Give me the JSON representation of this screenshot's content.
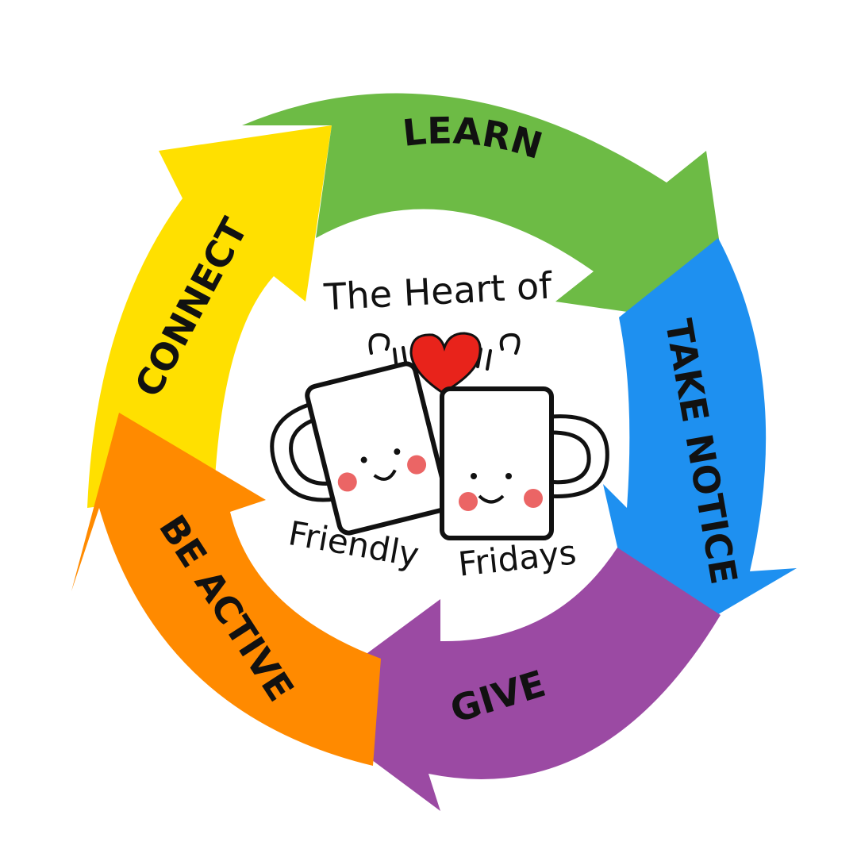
{
  "cycle": {
    "segments": [
      {
        "label": "LEARN",
        "color": "#6DBB45"
      },
      {
        "label": "TAKE NOTICE",
        "color": "#1E90F0"
      },
      {
        "label": "GIVE",
        "color": "#9B4AA3"
      },
      {
        "label": "BE ACTIVE",
        "color": "#FF8A00"
      },
      {
        "label": "CONNECT",
        "color": "#FFE000"
      }
    ]
  },
  "logo": {
    "title": "The Heart of",
    "word1": "Friendly",
    "word2": "Fridays",
    "heart_color": "#E8231B",
    "cheek_color": "#E84A4A",
    "icons": [
      "mug-icon",
      "mug-icon",
      "heart-icon",
      "steam-icon"
    ]
  }
}
